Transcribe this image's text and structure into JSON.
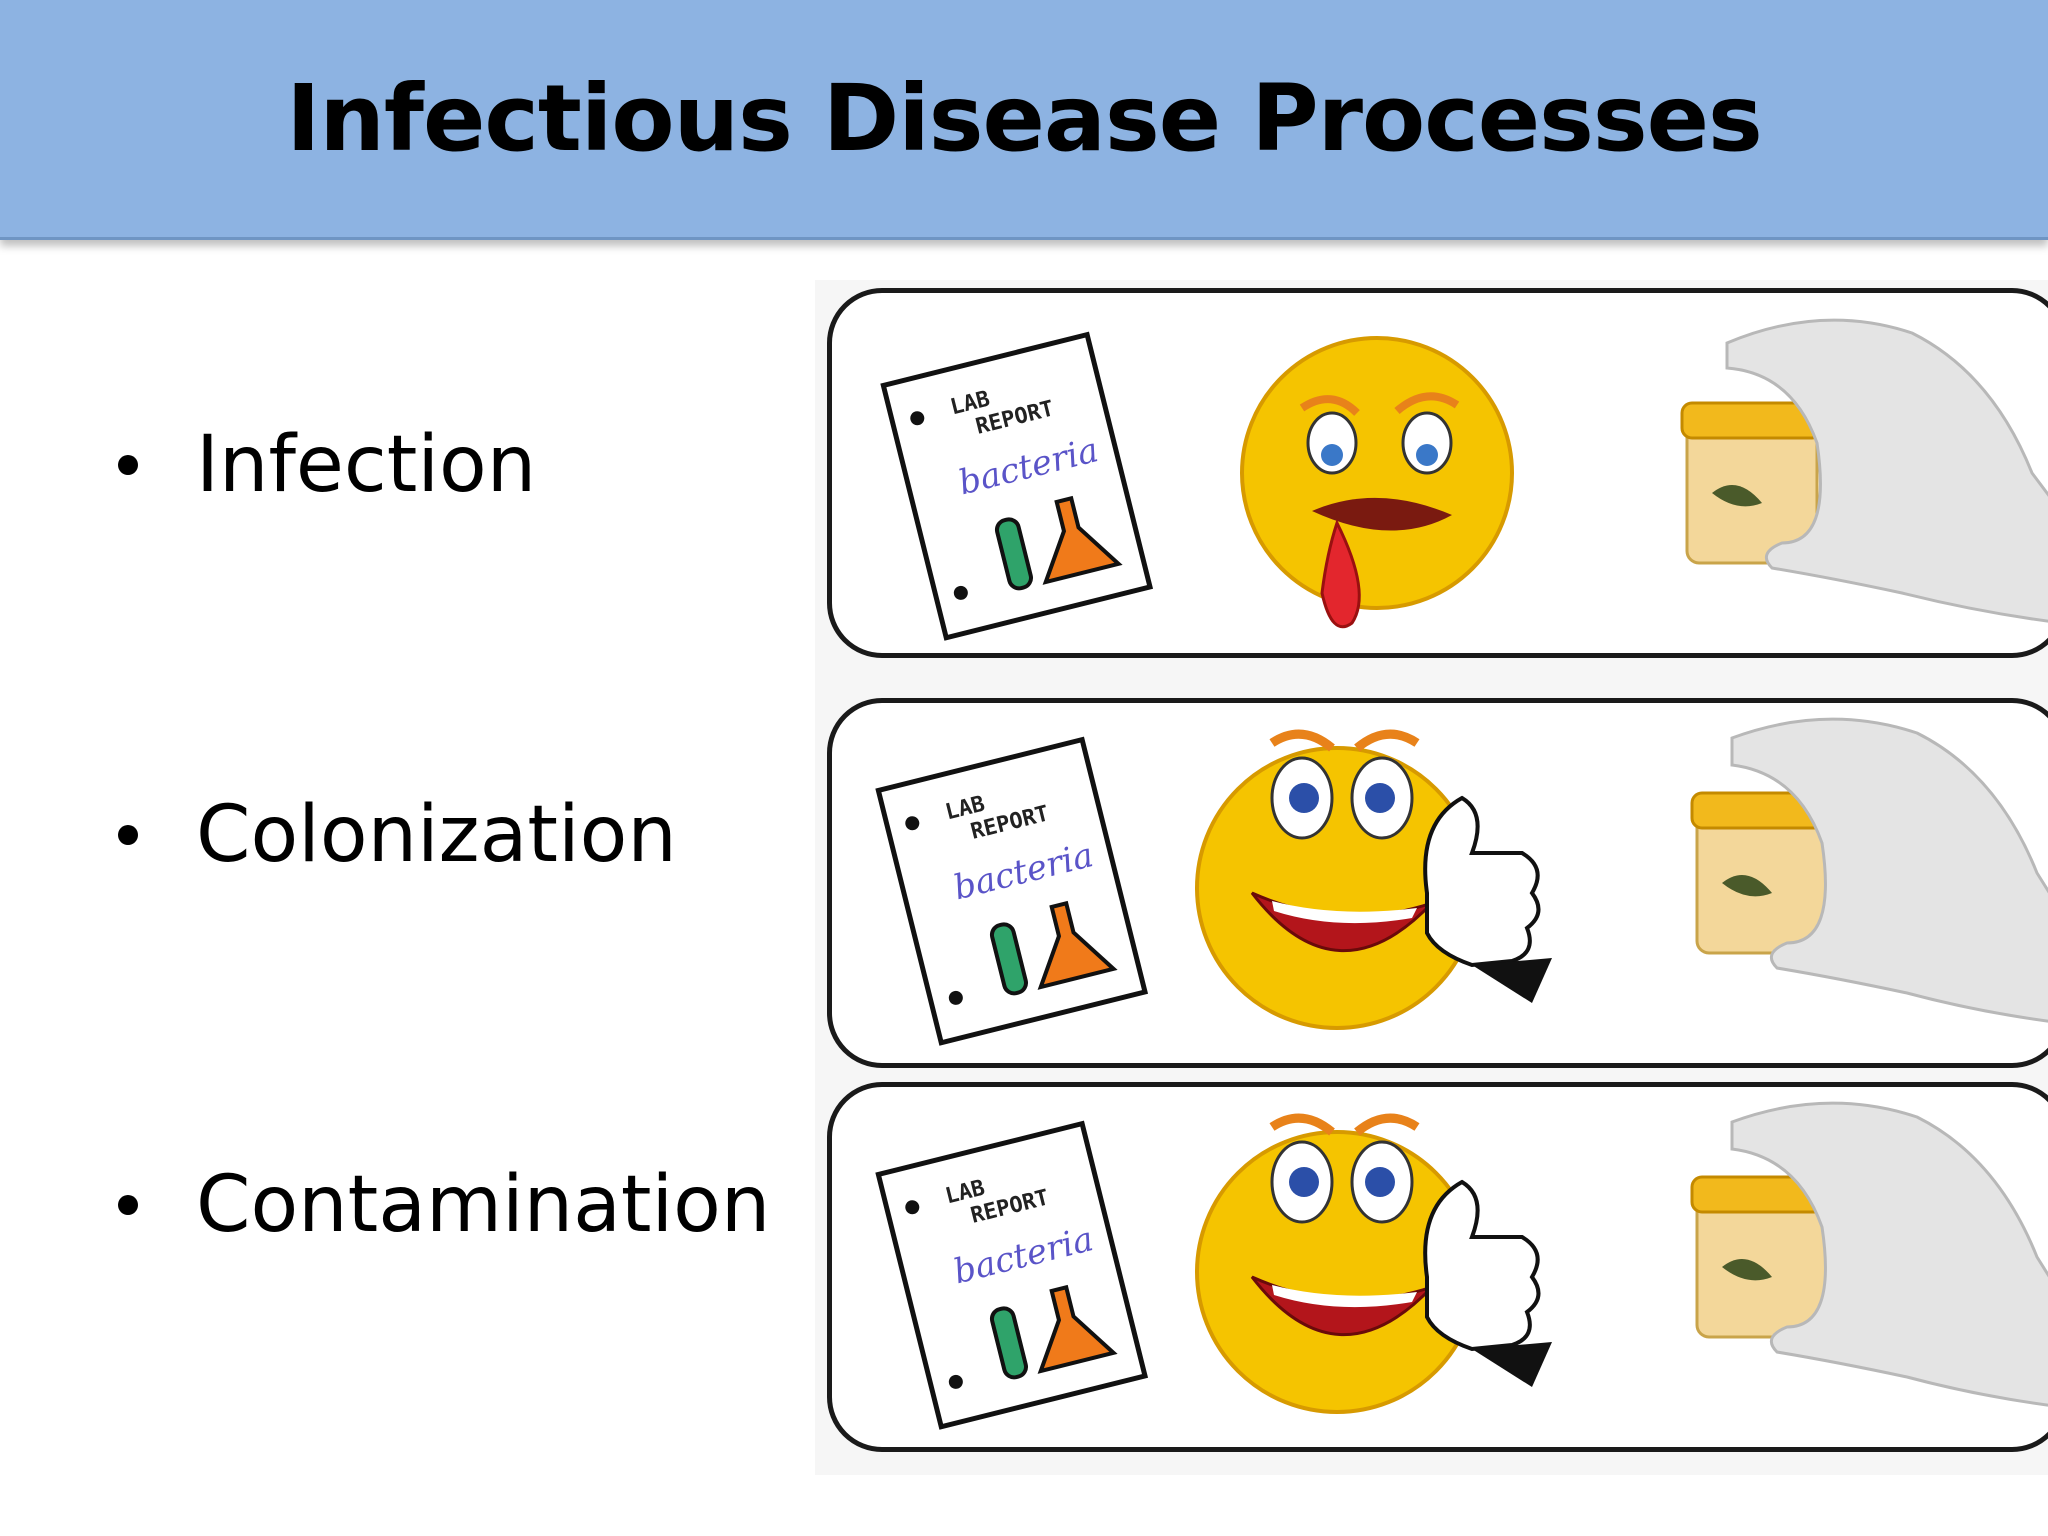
{
  "slide": {
    "title": "Infectious Disease Processes",
    "bullets": [
      "Infection",
      "Colonization",
      "Contamination"
    ]
  },
  "illustration": {
    "lab_report_heading_1": "LAB",
    "lab_report_heading_2": "REPORT",
    "lab_report_word": "bacteria",
    "panels": [
      {
        "face": "sick-face-icon"
      },
      {
        "face": "happy-thumbs-up-face-icon"
      },
      {
        "face": "happy-thumbs-up-face-icon"
      }
    ]
  },
  "colors": {
    "title_bar": "#8db3e2",
    "face_yellow": "#f5c400",
    "tongue_red": "#e3262d",
    "specimen_lid": "#f2b91c"
  }
}
